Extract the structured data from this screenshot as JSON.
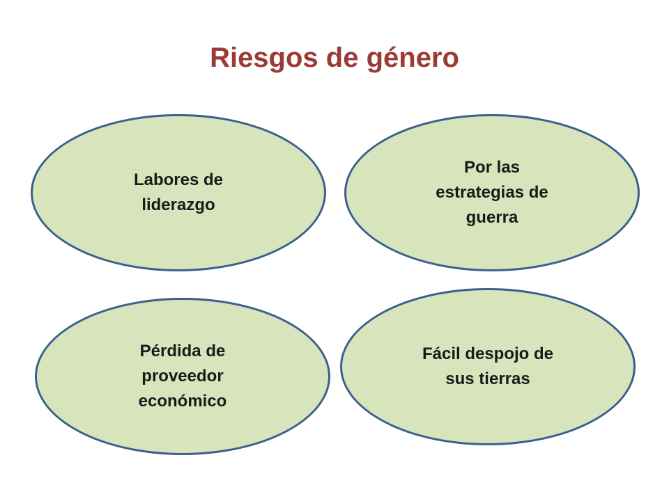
{
  "title": "Riesgos de género",
  "colors": {
    "title": "#9b3a36",
    "ellipse_fill": "#d7e4bc",
    "ellipse_border": "#3b5f8e"
  },
  "risks": [
    {
      "label": "Labores de\nliderazgo"
    },
    {
      "label": "Por las\nestrategias de\nguerra"
    },
    {
      "label": "Pérdida de\nproveedor\neconómico"
    },
    {
      "label": "Fácil despojo de\nsus tierras"
    }
  ]
}
